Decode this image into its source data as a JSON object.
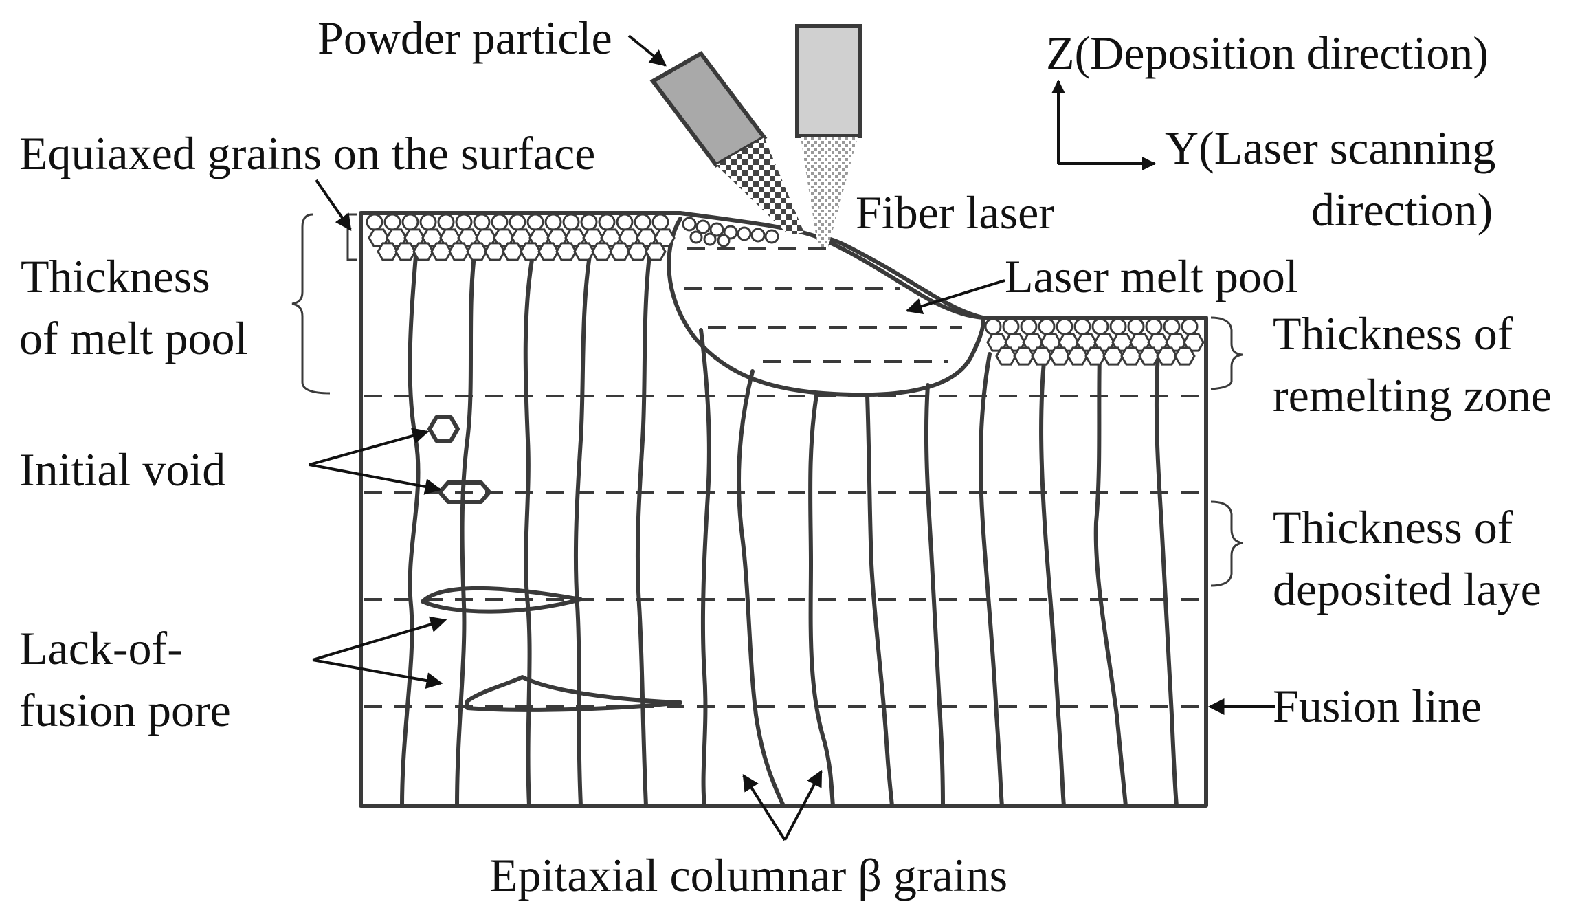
{
  "labels": {
    "powder_particle": "Powder particle",
    "z_axis": "Z(Deposition direction)",
    "y_axis_line1": "Y(Laser scanning",
    "y_axis_line2": "direction)",
    "equiaxed": "Equiaxed grains on the surface",
    "fiber_laser": "Fiber laser",
    "melt_pool_thickness_line1": "Thickness",
    "melt_pool_thickness_line2": "of melt pool",
    "laser_melt_pool": "Laser melt pool",
    "remelting_line1": "Thickness of",
    "remelting_line2": "remelting zone",
    "initial_void": "Initial void",
    "deposited_line1": "Thickness of",
    "deposited_line2": "deposited laye",
    "lack_of_fusion_line1": "Lack-of-",
    "lack_of_fusion_line2": "fusion pore",
    "fusion_line": "Fusion line",
    "epitaxial": "Epitaxial columnar β grains"
  },
  "colors": {
    "stroke": "#3a3a3a",
    "nozzle_fill": "#a9a9a9",
    "laser_fill": "#d0d0d0",
    "text": "#111111"
  }
}
